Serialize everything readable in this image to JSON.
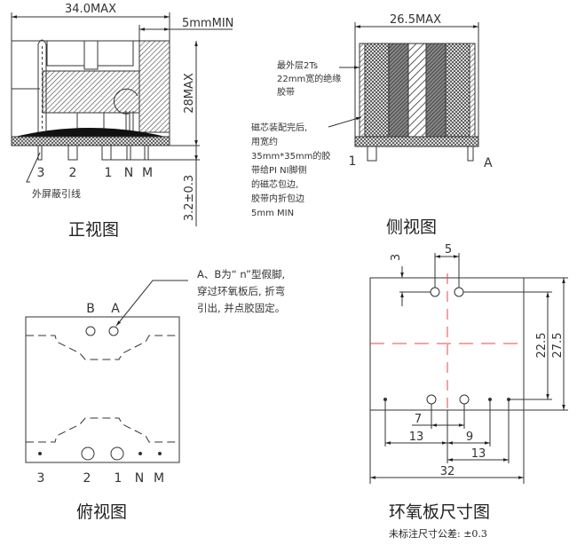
{
  "title": "Transformer mechanical drawing",
  "front_view": {
    "caption": "正视图",
    "width_dim": "34.0MAX",
    "gap_dim": "5mmMIN",
    "height_dim": "28MAX",
    "pin_len_dim": "3.2±0.3",
    "pins": [
      "3",
      "2",
      "1",
      "N",
      "M"
    ],
    "shield_note": "外屏蔽引线"
  },
  "side_view": {
    "caption": "侧视图",
    "width_dim": "26.5MAX",
    "pin_left": "1",
    "pin_right": "A",
    "note_outer_tape": [
      "最外层2Ts",
      "22mm宽的绝缘",
      "胶带"
    ],
    "note_core_tape": [
      "磁芯装配完后,",
      "用宽约",
      "35mm*35mm的胶",
      "带给PI NI脚侧",
      "的磁芯包边,",
      "胶带内折包边",
      "5mm MIN"
    ]
  },
  "top_view": {
    "caption": "俯视图",
    "top_pins": [
      "B",
      "A"
    ],
    "bottom_pins": [
      "3",
      "2",
      "1",
      "N",
      "M"
    ],
    "note": [
      "A、B为“ n”型假脚,",
      "穿过环氧板后, 折弯",
      "引出, 并点胶固定。"
    ]
  },
  "board_view": {
    "caption": "环氧板尺寸图",
    "tolerance_note": "未标注尺寸公差:  ±0.3",
    "dims": {
      "top_hole_spacing": "5",
      "top_offset": "3",
      "inner_height": "22.5",
      "outer_height": "27.5",
      "d7": "7",
      "d9": "9",
      "d13_left": "13",
      "d13_right": "13",
      "total_width": "32"
    },
    "centerline_color": "#e8474a"
  }
}
